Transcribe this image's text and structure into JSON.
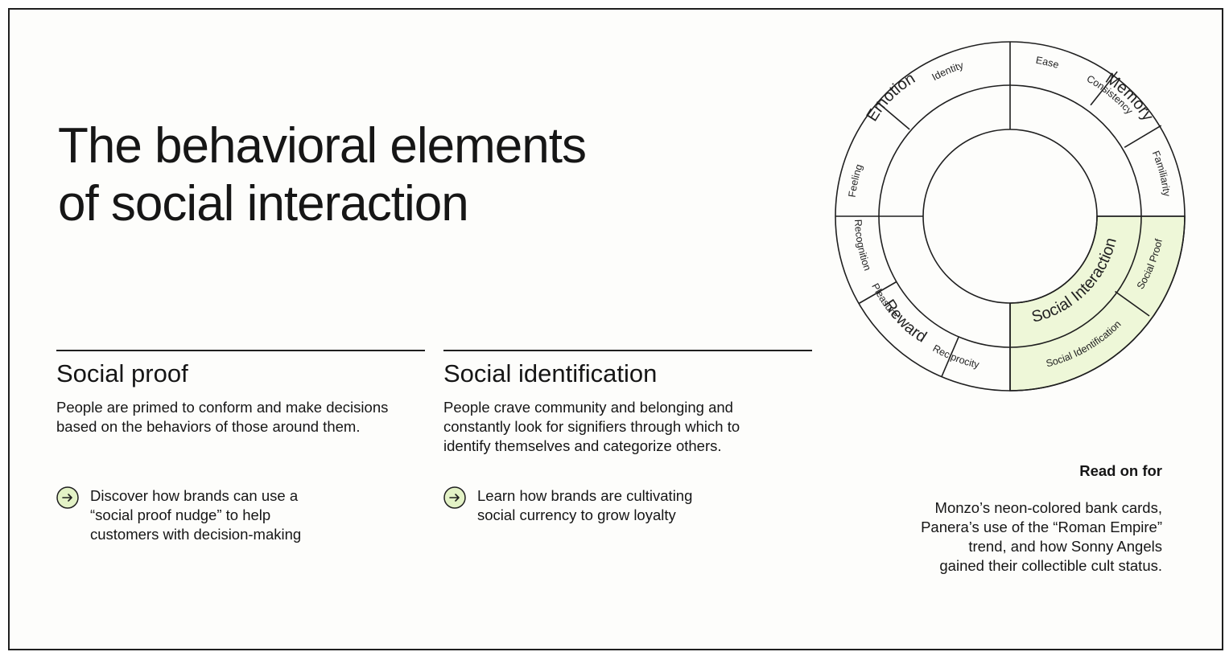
{
  "title": {
    "line1": "The behavioral elements",
    "line2": "of social interaction"
  },
  "sections": [
    {
      "heading": "Social proof",
      "body": "People are primed to conform and make decisions based on the behaviors of those around them.",
      "cta": {
        "line1": "Discover how brands can use a",
        "line2": "“social proof nudge” to help",
        "line3": "customers with decision-making"
      }
    },
    {
      "heading": "Social identification",
      "body": "People crave community and belonging and constantly look for signifiers through which to identify themselves and categorize others.",
      "cta": {
        "line1": "Learn how brands are cultivating",
        "line2": "social currency to grow loyalty",
        "line3": ""
      }
    }
  ],
  "read_on": {
    "heading": "Read on for",
    "line1": "Monzo’s neon-colored bank cards,",
    "line2": "Panera’s use of the “Roman Empire”",
    "line3": "trend, and how Sonny Angels",
    "line4": "gained their collectible cult status."
  },
  "wheel": {
    "highlight_color": "#eef7d8",
    "arrow_icon_color": "#e3f2c6",
    "inner": [
      {
        "label": "Emotion",
        "highlight": false
      },
      {
        "label": "Memory",
        "highlight": false
      },
      {
        "label": "Social Interaction",
        "highlight": true
      },
      {
        "label": "Reward",
        "highlight": false
      }
    ],
    "outer": [
      {
        "label": "Feeling",
        "highlight": false
      },
      {
        "label": "Identity",
        "highlight": false
      },
      {
        "label": "Ease",
        "highlight": false
      },
      {
        "label": "Consistency",
        "highlight": false
      },
      {
        "label": "Familiarity",
        "highlight": false
      },
      {
        "label": "Social Proof",
        "highlight": true
      },
      {
        "label": "Social Identification",
        "highlight": true
      },
      {
        "label": "Reciprocity",
        "highlight": false
      },
      {
        "label": "Pleasure",
        "highlight": false
      },
      {
        "label": "Recognition",
        "highlight": false
      }
    ]
  }
}
